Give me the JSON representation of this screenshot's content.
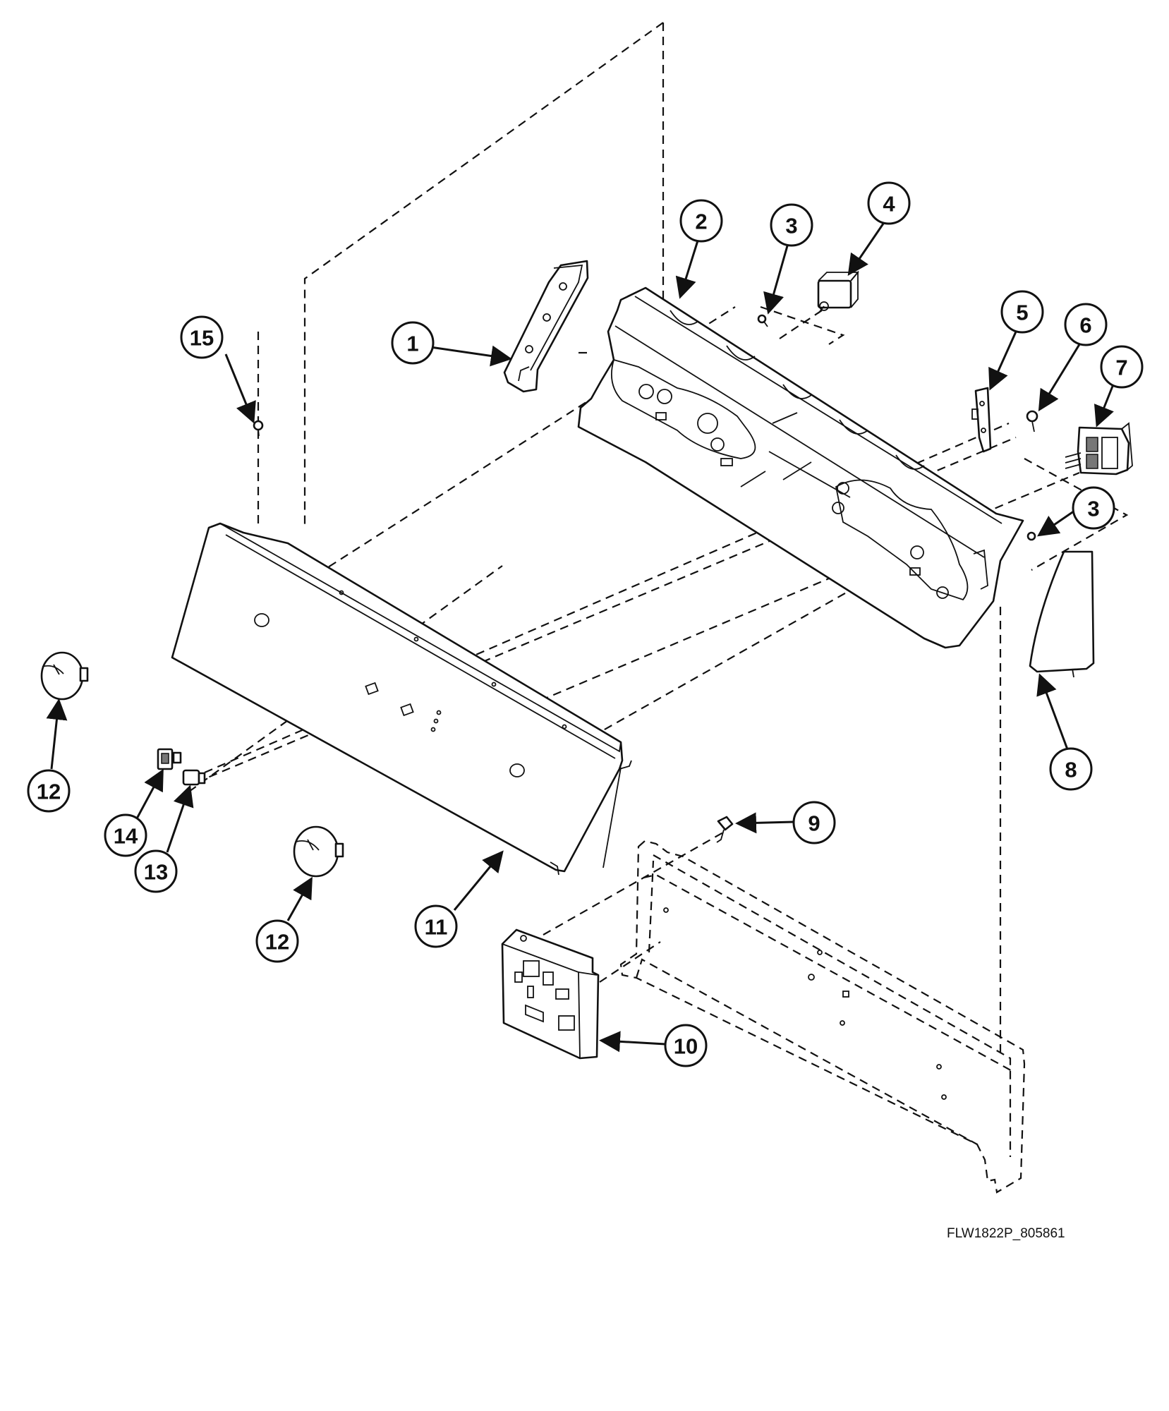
{
  "diagram_code": "FLW1822P_805861",
  "callouts": {
    "c1": "1",
    "c2": "2",
    "c3a": "3",
    "c3b": "3",
    "c4": "4",
    "c5": "5",
    "c6": "6",
    "c7": "7",
    "c8": "8",
    "c9": "9",
    "c10": "10",
    "c11": "11",
    "c12a": "12",
    "c12b": "12",
    "c13": "13",
    "c14": "14",
    "c15": "15"
  }
}
